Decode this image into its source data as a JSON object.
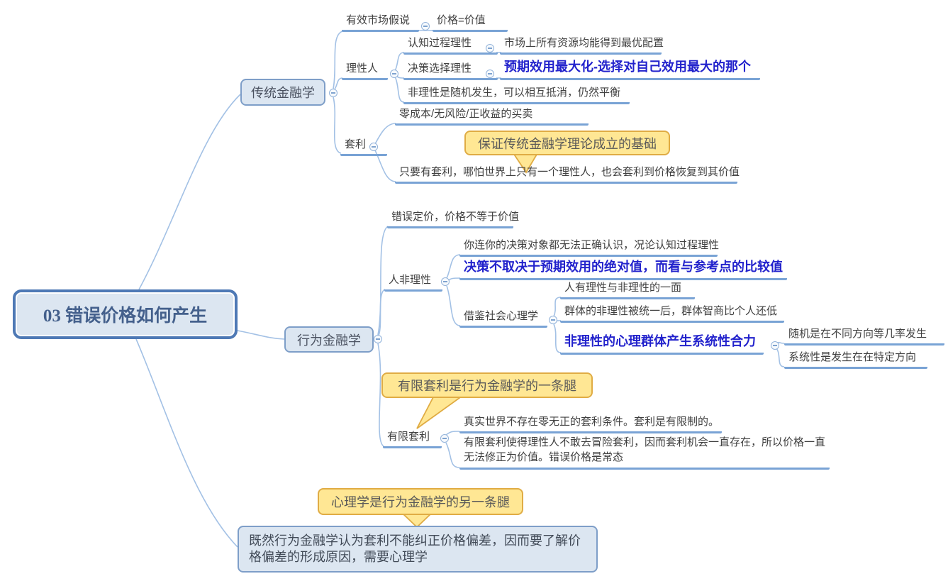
{
  "title": "03 错误价格如何产生",
  "colors": {
    "node_fill": "#dce6f1",
    "node_border": "#7e9ec8",
    "root_border": "#4e79b5",
    "underline": "#79a3d5",
    "connector": "#a3c1e5",
    "emphasis_text": "#2222cc",
    "callout_fill": "#ffe794",
    "callout_border": "#e0ac44",
    "body_text": "#404040"
  },
  "root": {
    "label": "03 错误价格如何产生"
  },
  "traditional": {
    "label": "传统金融学",
    "emh": {
      "label": "有效市场假说"
    },
    "emh_child": {
      "label": "价格=价值"
    },
    "rational": {
      "label": "理性人"
    },
    "cognitive": {
      "label": "认知过程理性"
    },
    "cognitive_child": {
      "label": "市场上所有资源均能得到最优配置"
    },
    "decision": {
      "label": "决策选择理性"
    },
    "decision_child": {
      "label": "预期效用最大化-选择对自己效用最大的那个"
    },
    "random_irrational": {
      "label": "非理性是随机发生，可以相互抵消，仍然平衡"
    },
    "arbitrage": {
      "label": "套利"
    },
    "arbitrage_def": {
      "label": "零成本/无风险/正收益的买卖"
    },
    "arbitrage_callout": {
      "label": "保证传统金融学理论成立的基础"
    },
    "arbitrage_note": {
      "label": "只要有套利，哪怕世界上只有一个理性人，也会套利到价格恢复到其价值"
    }
  },
  "behavioral": {
    "label": "行为金融学",
    "mispricing": {
      "label": "错误定价，价格不等于价值"
    },
    "irrational": {
      "label": "人非理性"
    },
    "cognition_note": {
      "label": "你连你的决策对象都无法正确认识，况论认知过程理性"
    },
    "reference_note": {
      "label": "决策不取决于预期效用的绝对值，而看与参考点的比较值"
    },
    "social": {
      "label": "借鉴社会心理学"
    },
    "social_dual": {
      "label": "人有理性与非理性的一面"
    },
    "social_group": {
      "label": "群体的非理性被统一后，群体智商比个人还低"
    },
    "social_force": {
      "label": "非理性的心理群体产生系统性合力"
    },
    "force_random": {
      "label": "随机是在不同方向等几率发生"
    },
    "force_systemic": {
      "label": "系统性是发生在在特定方向"
    },
    "limited_callout": {
      "label": "有限套利是行为金融学的一条腿"
    },
    "limited": {
      "label": "有限套利"
    },
    "limited_real": {
      "label": "真实世界不存在零无正的套利条件。套利是有限制的。"
    },
    "limited_persist": {
      "label": "有限套利使得理性人不敢去冒险套利，因而套利机会一直存在，所以价格一直无法修正为价值。错误价格是常态"
    }
  },
  "psychology": {
    "callout": {
      "label": "心理学是行为金融学的另一条腿"
    },
    "note": {
      "label": "既然行为金融学认为套利不能纠正价格偏差，因而要了解价格偏差的形成原因，需要心理学"
    }
  }
}
